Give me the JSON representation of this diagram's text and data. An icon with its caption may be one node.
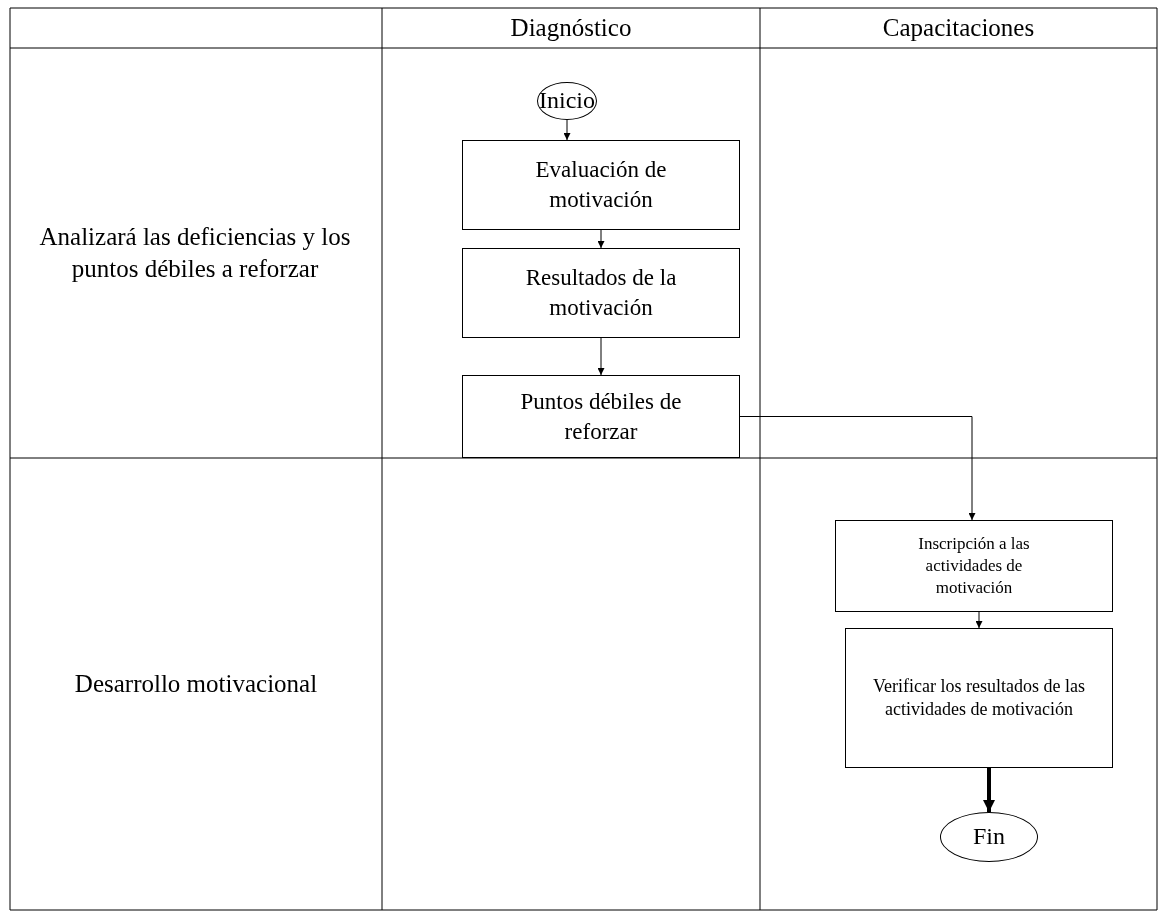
{
  "diagram": {
    "nodes": [
      {
        "text": [
          "Inicio"
        ]
      },
      {
        "text": [
          "Evaluación de motivación"
        ]
      },
      {
        "text": [
          "Resultados de la motivación"
        ]
      },
      {
        "text": [
          "Puntos débiles de reforzar"
        ]
      },
      {
        "text": [
          "Inscripción a las actividades de motivación"
        ]
      },
      {
        "text": [
          "Verificar los resultados de las actividades de motivación"
        ]
      },
      {
        "text": [
          "Fin"
        ]
      }
    ],
    "edges": [
      {
        "from": 0,
        "to": 1,
        "arrow": "to"
      },
      {
        "from": 1,
        "to": 2,
        "arrow": "to"
      },
      {
        "from": 2,
        "to": 3,
        "arrow": "to"
      },
      {
        "from": 3,
        "to": 4,
        "arrow": "to"
      },
      {
        "from": 4,
        "to": 5,
        "arrow": "to"
      },
      {
        "from": 5,
        "to": 6,
        "arrow": "to",
        "style": "thick"
      }
    ],
    "labels": [
      "Diagnóstico",
      "Capacitaciones",
      "Analizará las deficiencias y los puntos débiles a reforzar",
      "Desarrollo motivacional"
    ]
  }
}
